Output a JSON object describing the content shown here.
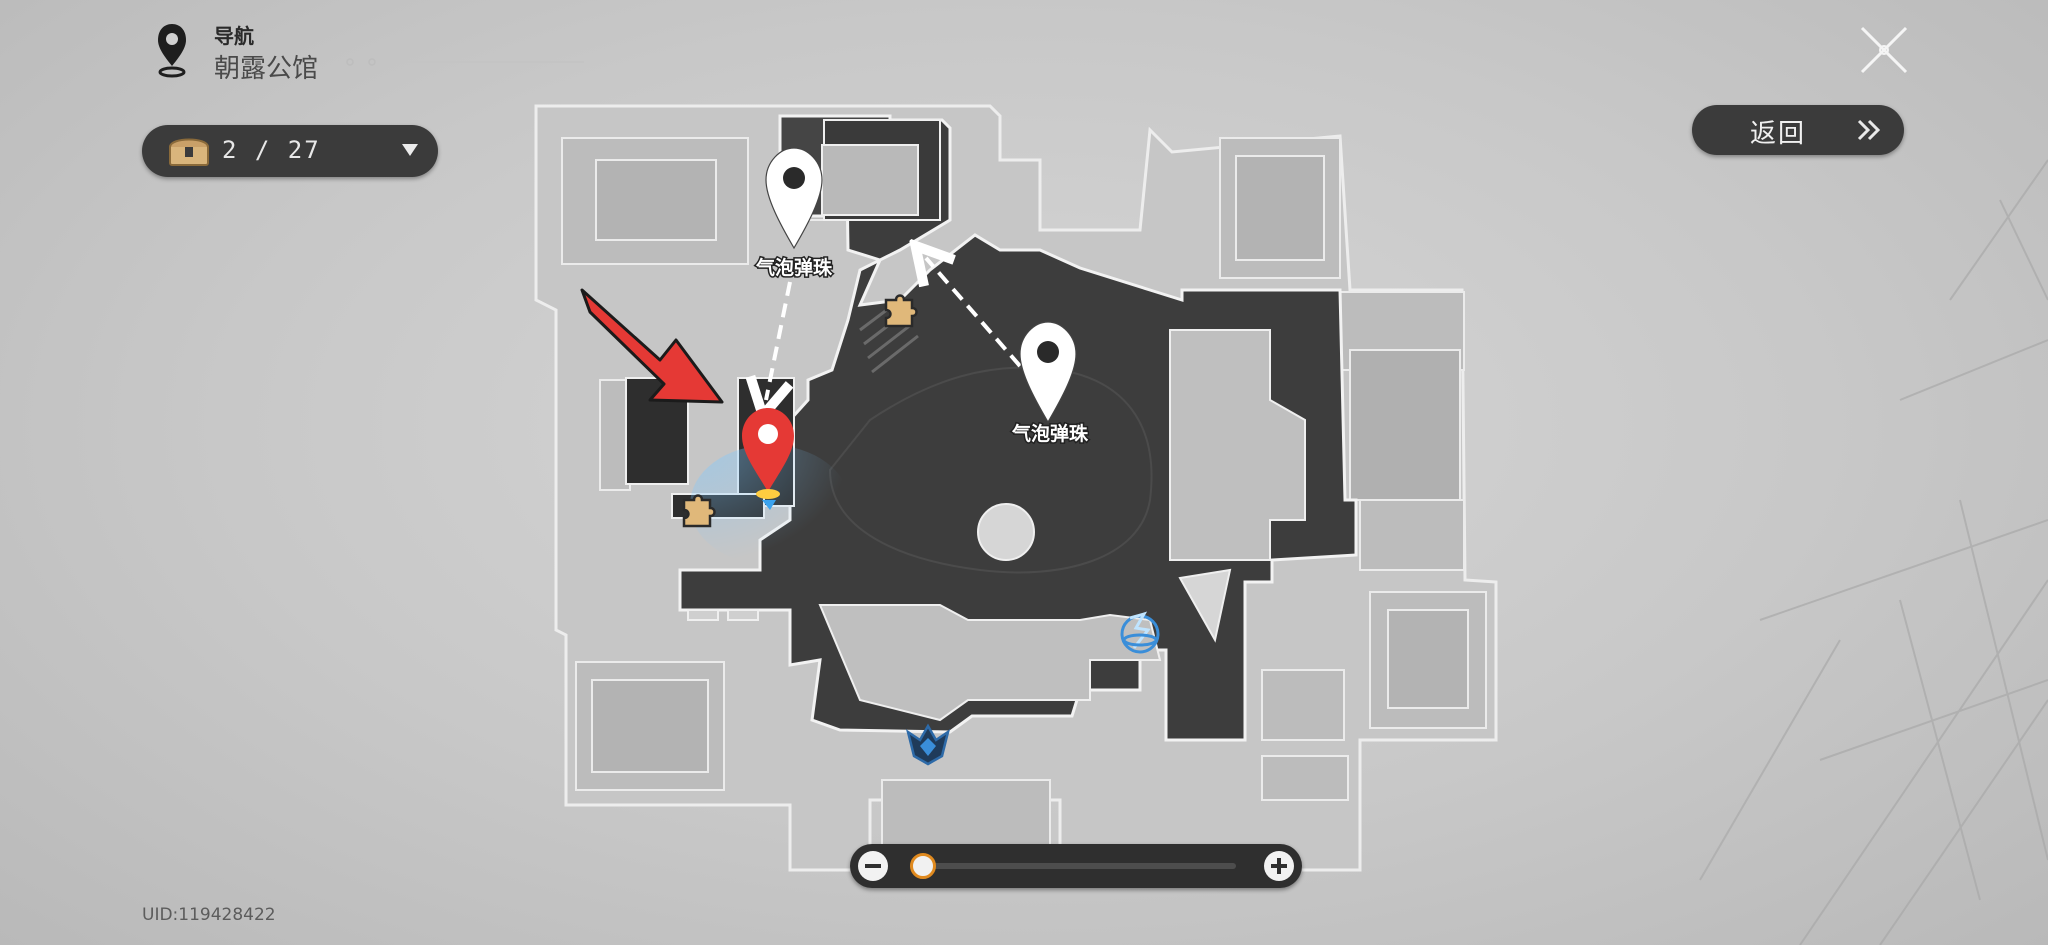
{
  "header": {
    "title": "导航",
    "subtitle": "朝露公馆"
  },
  "chest_counter": {
    "text": "2 / 27",
    "collected": 2,
    "total": 27
  },
  "back_button": {
    "label": "返回"
  },
  "map": {
    "markers": [
      {
        "label": "气泡弹珠"
      },
      {
        "label": "气泡弹珠"
      }
    ],
    "colors": {
      "accent_red": "#e53935",
      "zoom_orange": "#e08a1f",
      "floor_dark": "#3d3d3d",
      "floor_light": "#c9c9c9"
    },
    "icons": [
      "puzzle-icon",
      "teleport-anchor-icon",
      "space-anchor-icon",
      "player-location-icon",
      "map-pin-icon"
    ]
  },
  "zoom": {
    "level": 0.04
  },
  "uid": "UID:119428422"
}
